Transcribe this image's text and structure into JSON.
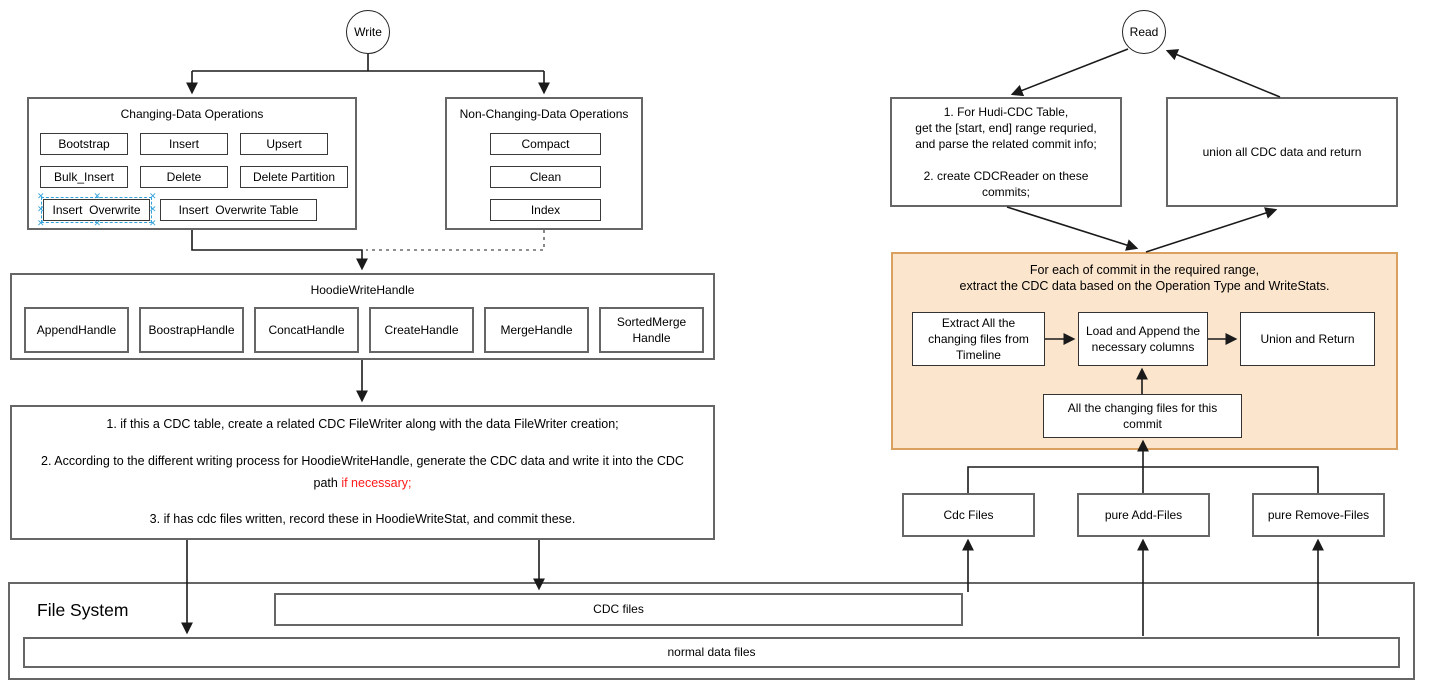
{
  "colors": {
    "canvas_bg": "#ffffff",
    "container_border": "#666666",
    "shape_border": "#333333",
    "connector": "#1a1a1a",
    "highlight_fill": "#fce5cd",
    "highlight_border": "#d9a05f",
    "selection": "#33a3dc",
    "alert_text": "#ff1a1a"
  },
  "write": {
    "label": "Write"
  },
  "read": {
    "label": "Read"
  },
  "changing_ops": {
    "title": "Changing-Data Operations",
    "items": [
      "Bootstrap",
      "Insert",
      "Upsert",
      "Bulk_Insert",
      "Delete",
      "Delete Partition",
      "Insert  Overwrite",
      "Insert  Overwrite Table"
    ]
  },
  "non_changing_ops": {
    "title": "Non-Changing-Data Operations",
    "items": [
      "Compact",
      "Clean",
      "Index"
    ]
  },
  "write_handle": {
    "title": "HoodieWriteHandle",
    "items": [
      "AppendHandle",
      "BoostrapHandle",
      "ConcatHandle",
      "CreateHandle",
      "MergeHandle",
      "SortedMerge\nHandle"
    ]
  },
  "write_steps": {
    "step1": "1. if this a CDC table, create a related CDC FileWriter along with the data FileWriter creation;",
    "step2": "2. According to the different writing process for HoodieWriteHandle, generate the CDC data and write it into the CDC",
    "step2_cont": "path ",
    "step2_highlight": "if necessary;",
    "step3": "3. if has cdc files written, record these in HoodieWriteStat, and commit these."
  },
  "read_prepare": {
    "text": "1. For Hudi-CDC Table,\nget the [start, end] range requried,\nand parse the related commit info;\n\n2. create CDCReader on these\ncommits;"
  },
  "read_union": {
    "text": "union all CDC data and return"
  },
  "per_commit": {
    "title": "For each of commit in the required range,\nextract the CDC data based on the Operation Type and WriteStats.",
    "extract": "Extract All the\nchanging files from\nTimeline",
    "load": "Load and Append the\nnecessary columns",
    "union": "Union and Return",
    "changing_files": "All the changing files for this\ncommit"
  },
  "file_types": {
    "cdc": "Cdc Files",
    "add": "pure Add-Files",
    "remove": "pure Remove-Files"
  },
  "file_system": {
    "title": "File System",
    "cdc_files": "CDC files",
    "normal_files": "normal data files"
  }
}
